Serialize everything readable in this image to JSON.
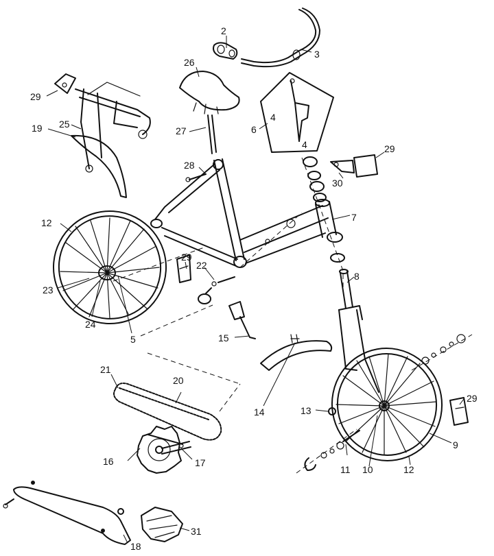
{
  "diagram": {
    "labels": [
      {
        "id": "2",
        "text": "2"
      },
      {
        "id": "3",
        "text": "3"
      },
      {
        "id": "26",
        "text": "26"
      },
      {
        "id": "29a",
        "text": "29"
      },
      {
        "id": "19",
        "text": "19"
      },
      {
        "id": "25",
        "text": "25"
      },
      {
        "id": "27",
        "text": "27"
      },
      {
        "id": "6",
        "text": "6"
      },
      {
        "id": "4a",
        "text": "4"
      },
      {
        "id": "4b",
        "text": "4"
      },
      {
        "id": "29b",
        "text": "29"
      },
      {
        "id": "30",
        "text": "30"
      },
      {
        "id": "28",
        "text": "28"
      },
      {
        "id": "12a",
        "text": "12"
      },
      {
        "id": "7",
        "text": "7"
      },
      {
        "id": "29c",
        "text": "29"
      },
      {
        "id": "22",
        "text": "22"
      },
      {
        "id": "8",
        "text": "8"
      },
      {
        "id": "23",
        "text": "23"
      },
      {
        "id": "24",
        "text": "24"
      },
      {
        "id": "5",
        "text": "5"
      },
      {
        "id": "15",
        "text": "15"
      },
      {
        "id": "21",
        "text": "21"
      },
      {
        "id": "20",
        "text": "20"
      },
      {
        "id": "14",
        "text": "14"
      },
      {
        "id": "13",
        "text": "13"
      },
      {
        "id": "29d",
        "text": "29"
      },
      {
        "id": "9",
        "text": "9"
      },
      {
        "id": "16",
        "text": "16"
      },
      {
        "id": "17",
        "text": "17"
      },
      {
        "id": "11",
        "text": "11"
      },
      {
        "id": "10",
        "text": "10"
      },
      {
        "id": "12b",
        "text": "12"
      },
      {
        "id": "18",
        "text": "18"
      },
      {
        "id": "31",
        "text": "31"
      }
    ]
  }
}
